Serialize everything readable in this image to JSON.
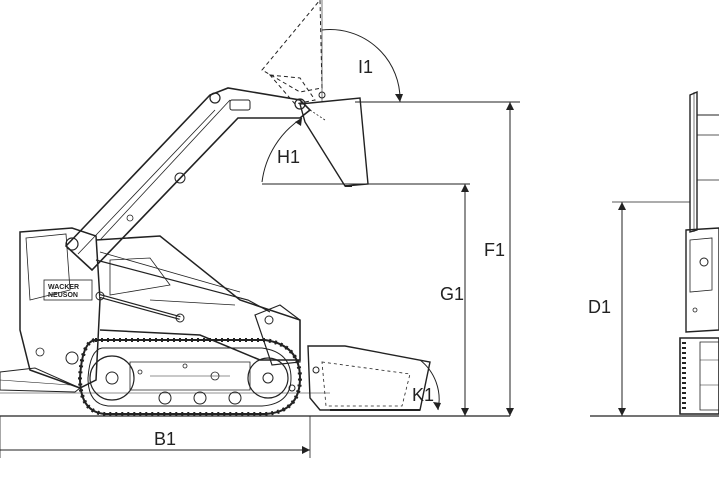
{
  "labels": {
    "i1": "I1",
    "h1": "H1",
    "f1": "F1",
    "g1": "G1",
    "d1": "D1",
    "k1": "K1",
    "b1": "B1"
  },
  "logo": {
    "line1": "WACKER",
    "line2": "NEUSON"
  },
  "colors": {
    "stroke": "#222222",
    "background": "#ffffff"
  }
}
